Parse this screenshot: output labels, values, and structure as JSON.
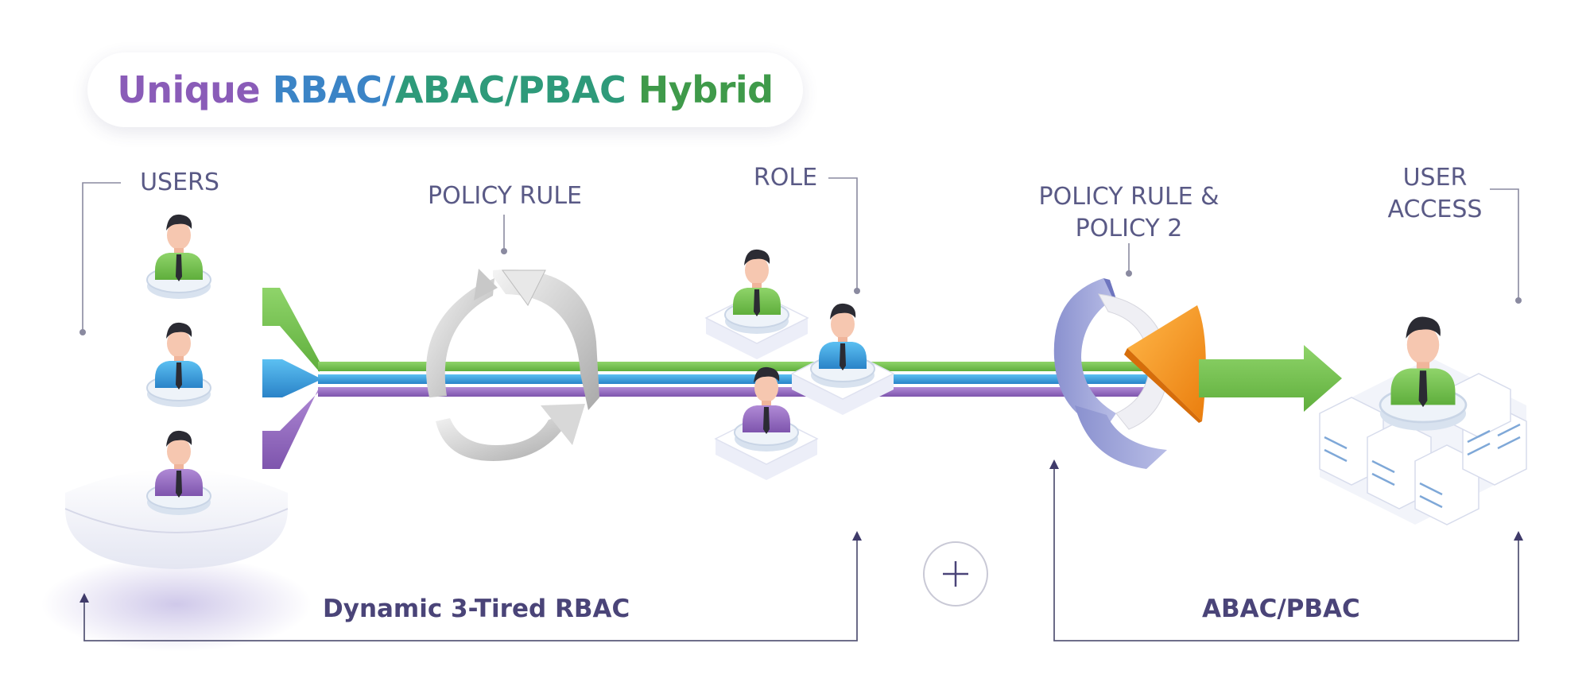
{
  "title": {
    "part1": "Unique ",
    "part2": "RBAC/",
    "part3": "ABAC/PBAC ",
    "part4": "Hybrid"
  },
  "labels": {
    "users": "USERS",
    "policy_rule": "POLICY RULE",
    "role": "ROLE",
    "policy_rule_2_line1": "POLICY RULE &",
    "policy_rule_2_line2": "POLICY 2",
    "user_access_line1": "USER",
    "user_access_line2": "ACCESS"
  },
  "bottom": {
    "left": "Dynamic 3-Tired RBAC",
    "right": "ABAC/PBAC",
    "plus": "+"
  },
  "colors": {
    "green": "#7ac74f",
    "blue": "#3aa0e0",
    "purple": "#9a6fc4",
    "orange": "#f39a1c",
    "ink": "#4a4478",
    "line": "#5a5a7a"
  },
  "icons": [
    "user-avatar-icon",
    "refresh-cycle-icon",
    "plus-icon",
    "server-rack-icon",
    "policy-disc-icon"
  ]
}
